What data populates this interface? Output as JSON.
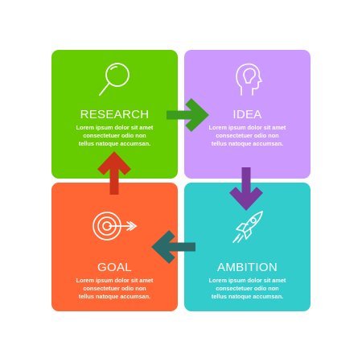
{
  "cards": [
    {
      "id": "research",
      "title": "RESEARCH",
      "body": [
        "Lorem ipsum dolor sit amet",
        "consectetuer odio non",
        "tellus natoque accumsan."
      ],
      "icon": "magnifier-icon",
      "color": "#66cc00"
    },
    {
      "id": "idea",
      "title": "IDEA",
      "body": [
        "Lorem ipsum dolor sit amet",
        "consectetuer odio non",
        "tellus natoque accumsan."
      ],
      "icon": "head-icon",
      "color": "#cc99ff"
    },
    {
      "id": "goal",
      "title": "GOAL",
      "body": [
        "Lorem ipsum dolor sit amet",
        "consectetuer odio non",
        "tellus natoque accumsan."
      ],
      "icon": "target-icon",
      "color": "#ff6633"
    },
    {
      "id": "ambition",
      "title": "AMBITION",
      "body": [
        "Lorem ipsum dolor sit amet",
        "consectetuer odio non",
        "tellus natoque accumsan."
      ],
      "icon": "rocket-icon",
      "color": "#33cccc"
    }
  ],
  "arrows": [
    {
      "from": "research",
      "to": "idea",
      "icon": "arrow-right-icon",
      "color": "#3c9c1e"
    },
    {
      "from": "idea",
      "to": "ambition",
      "icon": "arrow-down-icon",
      "color": "#7a3a9c"
    },
    {
      "from": "ambition",
      "to": "goal",
      "icon": "arrow-left-icon",
      "color": "#2c6a6a"
    },
    {
      "from": "goal",
      "to": "research",
      "icon": "arrow-up-icon",
      "color": "#cc3319"
    }
  ]
}
